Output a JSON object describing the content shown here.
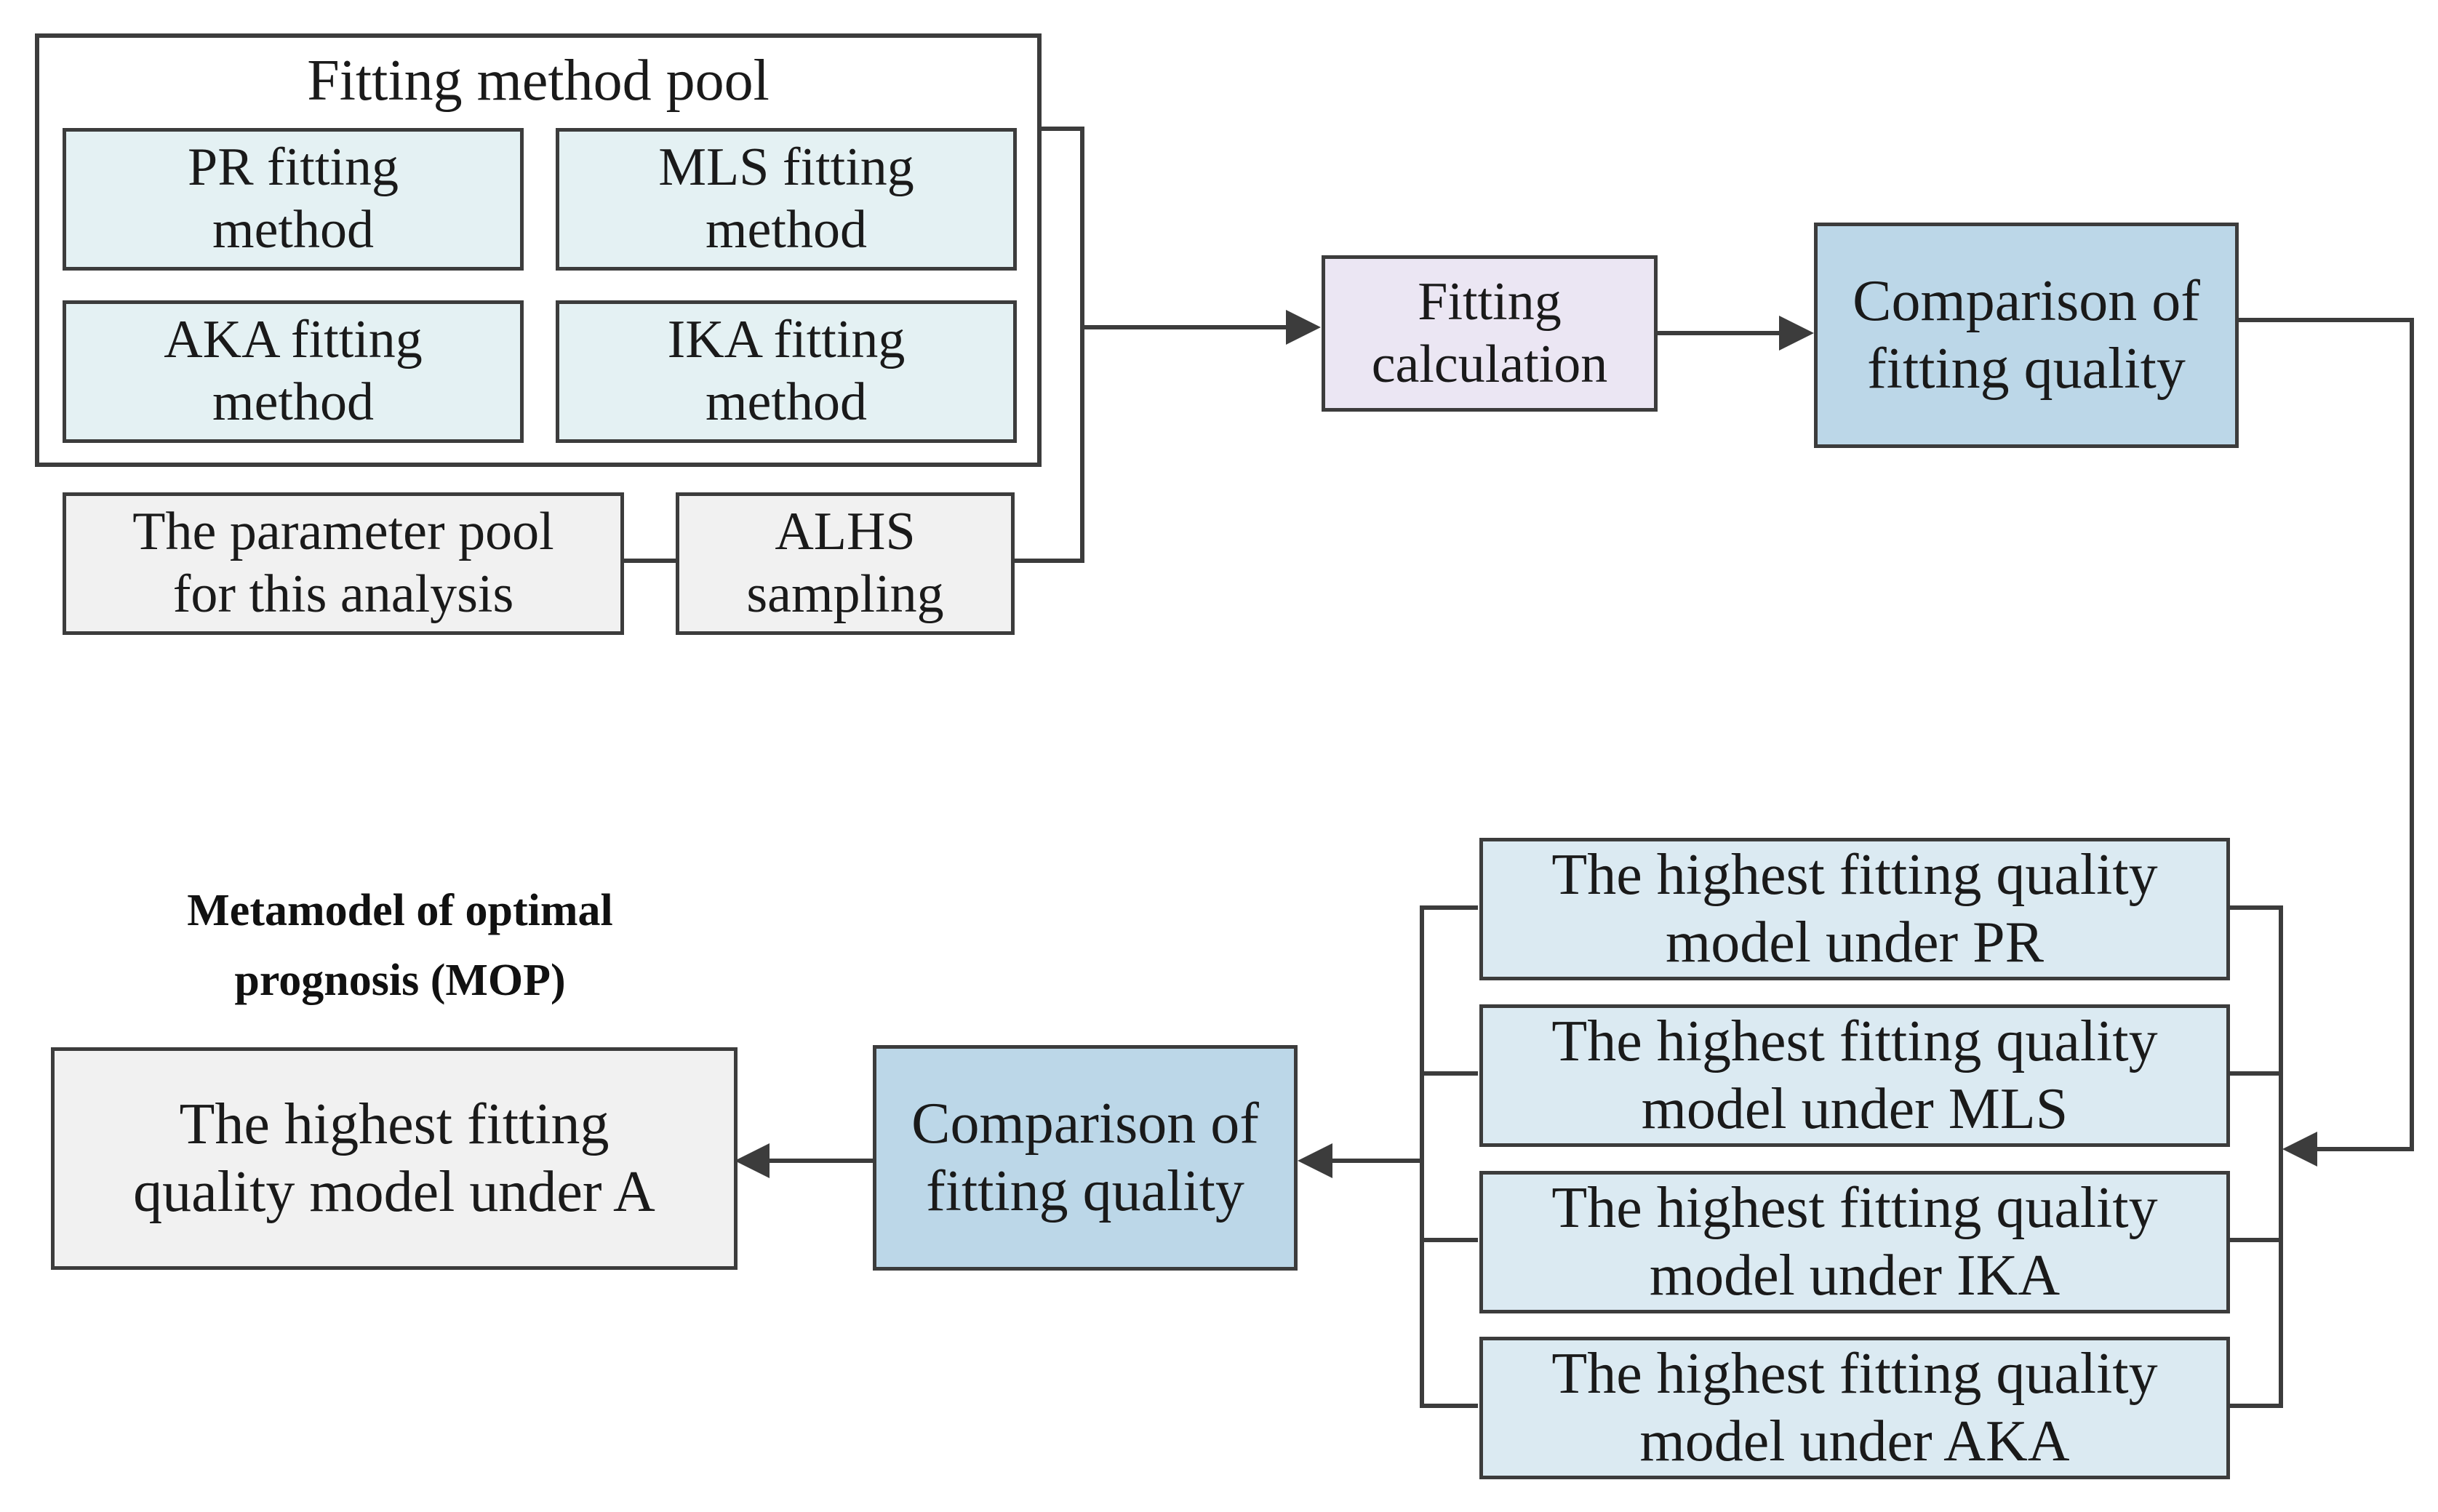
{
  "pool": {
    "title": "Fitting method pool",
    "methods": [
      "PR fitting\nmethod",
      "MLS fitting\nmethod",
      "AKA fitting\nmethod",
      "IKA fitting\nmethod"
    ]
  },
  "parameter_pool": "The parameter pool\nfor this analysis",
  "alhs": "ALHS\nsampling",
  "fitting_calculation": "Fitting\ncalculation",
  "comparison_top": "Comparison of\nfitting quality",
  "results": [
    "The highest fitting quality\nmodel under PR",
    "The highest fitting quality\nmodel under MLS",
    "The highest fitting quality\nmodel under IKA",
    "The highest fitting quality\nmodel under AKA"
  ],
  "comparison_bottom": "Comparison of\nfitting quality",
  "final_model": "The highest fitting\nquality model under A",
  "mop_label": "Metamodel of optimal\nprognosis (MOP)",
  "colors": {
    "line": "#3c3c3c",
    "method_fill": "#e4f1f3",
    "input_fill": "#f1f1f1",
    "calc_fill": "#ebe6f3",
    "compare_fill": "#bcd7e8",
    "result_fill": "#dbeaf2"
  }
}
